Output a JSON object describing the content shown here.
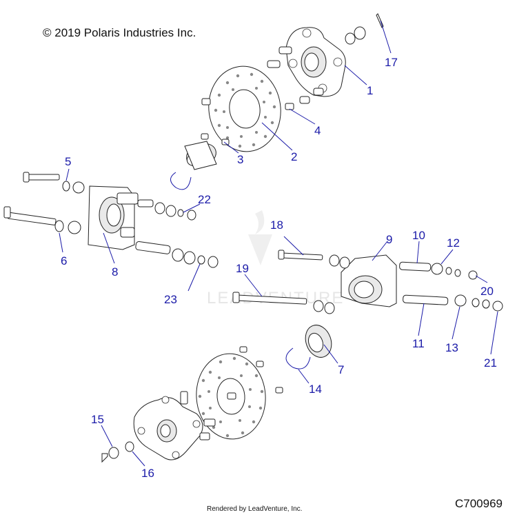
{
  "copyright": "© 2019 Polaris Industries Inc.",
  "footer": "Rendered by LeadVenture, Inc.",
  "diagram_code": "C700969",
  "watermark": "LEADVENTURE",
  "callouts": [
    "1",
    "2",
    "3",
    "4",
    "5",
    "6",
    "7",
    "8",
    "9",
    "10",
    "11",
    "12",
    "13",
    "14",
    "15",
    "16",
    "17",
    "18",
    "19",
    "20",
    "21",
    "22",
    "23"
  ],
  "colors": {
    "callout": "#1a1aa8",
    "line": "#222222"
  }
}
